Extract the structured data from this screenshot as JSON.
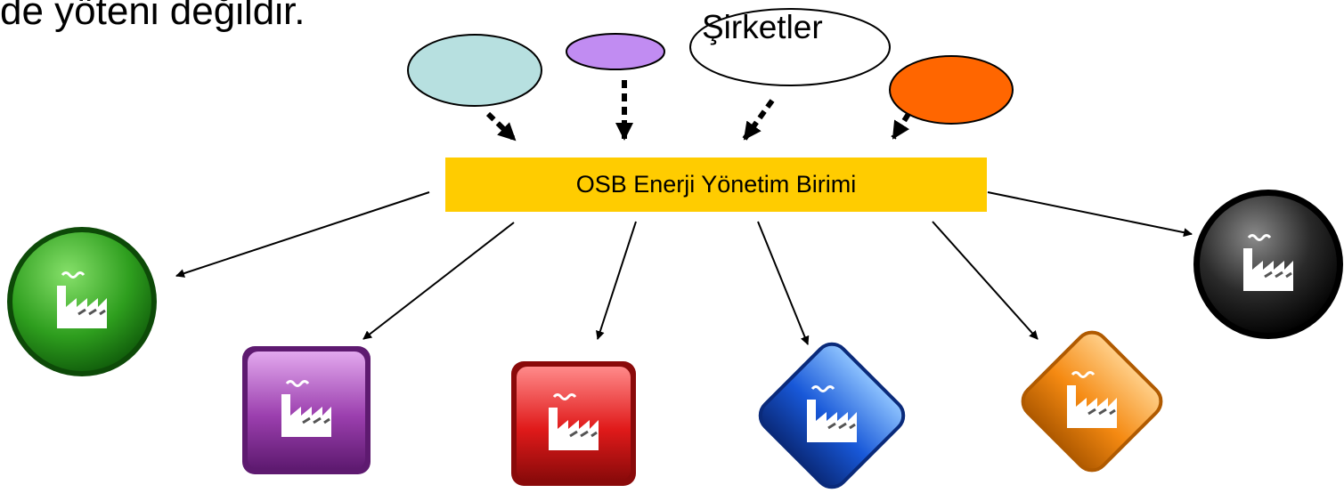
{
  "header_fragment": "de  yöteni  değildir.",
  "center_box": {
    "label": "OSB Enerji Yönetim Birimi",
    "color": "#ffcc00"
  },
  "sources": [
    {
      "id": "light-blue",
      "label": "",
      "color": "#b7e0e0"
    },
    {
      "id": "lavender",
      "label": "",
      "color": "#c18cf2"
    },
    {
      "id": "white",
      "label": "Şirketler",
      "color": "#ffffff"
    },
    {
      "id": "orange",
      "label": "",
      "color": "#ff6600"
    }
  ],
  "factories": [
    {
      "id": "green",
      "shape": "circle",
      "icon": "factory-icon",
      "color": "#2e9e1e"
    },
    {
      "id": "purple",
      "shape": "rounded-square",
      "icon": "factory-icon",
      "color": "#9b3fae"
    },
    {
      "id": "red",
      "shape": "rounded-square",
      "icon": "factory-icon",
      "color": "#e01a1a"
    },
    {
      "id": "blue",
      "shape": "diamond",
      "icon": "factory-icon",
      "color": "#1858d8"
    },
    {
      "id": "orange",
      "shape": "diamond",
      "icon": "factory-icon",
      "color": "#f58a12"
    },
    {
      "id": "black",
      "shape": "circle",
      "icon": "factory-icon",
      "color": "#2a2a2a"
    }
  ]
}
